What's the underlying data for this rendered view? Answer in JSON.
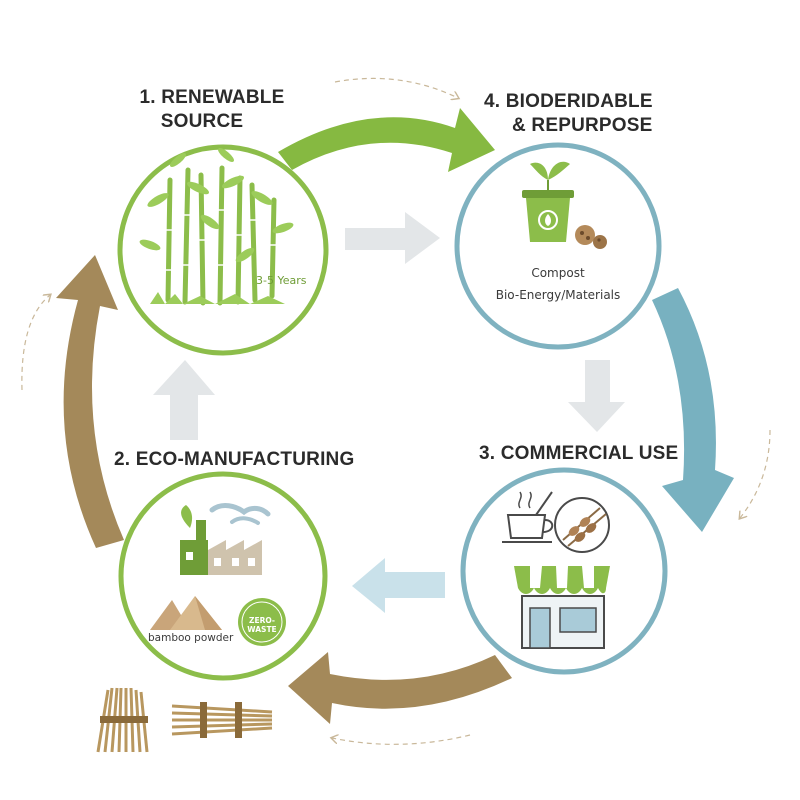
{
  "stages": [
    {
      "id": "renewable",
      "title_lines": [
        "1. RENEWABLE",
        "SOURCE"
      ],
      "note": "3-5 Years",
      "color": "#8cbd4a"
    },
    {
      "id": "manufacturing",
      "title_lines": [
        "2. ECO-MANUFACTURING"
      ],
      "powder_label": "bamboo powder",
      "badge_label": "ZERO-WASTE",
      "color": "#8cbd4a"
    },
    {
      "id": "commercial",
      "title_lines": [
        "3. COMMERCIAL USE"
      ],
      "color": "#7fb2c0"
    },
    {
      "id": "biodegradable",
      "title_lines": [
        "4. BIODERIDABLE",
        "& REPURPOSE"
      ],
      "lines": [
        "Compost",
        "Bio-Energy/Materials"
      ],
      "color": "#7fb2c0"
    }
  ],
  "arrow_colors": {
    "green": "#86b941",
    "blue": "#78b1c0",
    "brown": "#a4895a",
    "light_grey": "#e3e6e8",
    "light_blue": "#c9e1ea"
  },
  "icons": [
    "bamboo-grove-icon",
    "factory-icon",
    "powder-pile-icon",
    "zero-waste-badge-icon",
    "compost-bin-icon",
    "coffee-cup-icon",
    "skewer-plate-icon",
    "storefront-icon",
    "bamboo-bundle-icon"
  ]
}
